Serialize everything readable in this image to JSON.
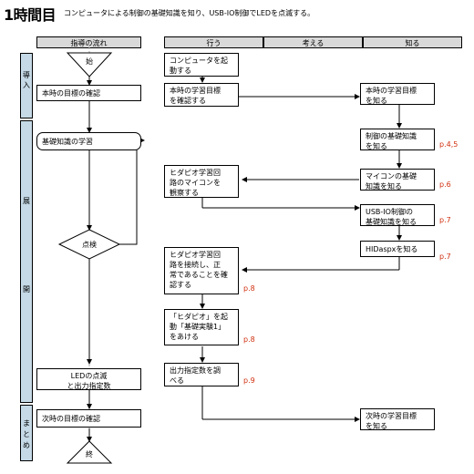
{
  "title": "1時間目",
  "subtitle": "コンピュータによる制御の基礎知識を知り、USB-IO制御でLEDを点滅する。",
  "headers": {
    "flow": "指導の流れ",
    "act": "行う",
    "think": "考える",
    "know": "知る"
  },
  "sections": {
    "intro": [
      "導",
      "入"
    ],
    "dev": [
      "展",
      "開"
    ],
    "sum": [
      "ま",
      "と",
      "め"
    ]
  },
  "flow": {
    "start": "始",
    "goal": "本時の目標の確認",
    "study": "基礎知識の学習",
    "check": "点検",
    "led": [
      "LEDの点滅",
      "と出力指定数"
    ],
    "next": "次時の目標の確認",
    "end": "終"
  },
  "act": {
    "a1": [
      "コンピュータを起",
      "動する"
    ],
    "a2": [
      "本時の学習目標",
      "を確認する"
    ],
    "a3": [
      "ヒダピオ学習回",
      "路のマイコンを",
      "観察する"
    ],
    "a4": [
      "ヒダピオ学習回",
      "路を接続し、正",
      "常であることを確",
      "認する"
    ],
    "a5": [
      "「ヒダピオ」を起",
      "動「基礎実験1」",
      "をあける"
    ],
    "a6": [
      "出力指定数を調",
      "べる"
    ]
  },
  "know": {
    "k1": [
      "本時の学習目標",
      "を知る"
    ],
    "k2": [
      "制御の基礎知識",
      "を知る"
    ],
    "k3": [
      "マイコンの基礎",
      "知識を知る"
    ],
    "k4": [
      "USB-IO制御の",
      "基礎知識を知る"
    ],
    "k5": [
      "HIDaspxを知る"
    ],
    "k6": [
      "次時の学習目標",
      "を知る"
    ]
  },
  "pages": {
    "k2": "p.4,5",
    "k3": "p.6",
    "k4": "p.7",
    "k5": "p.7",
    "a4": "p.8",
    "a5": "p.8",
    "a6": "p.9"
  }
}
